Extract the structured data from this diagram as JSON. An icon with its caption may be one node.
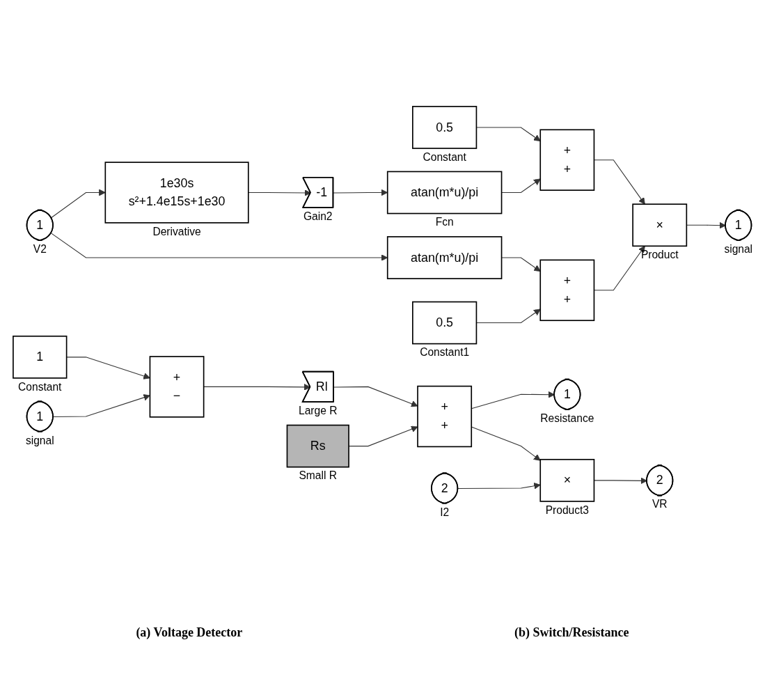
{
  "diagram": {
    "nodes": [
      {
        "text": [
          "1"
        ],
        "beside": [
          "V2"
        ]
      },
      {
        "text": [
          "1e30s",
          "s²+1.4e15s+1e30"
        ],
        "beside": [
          "Derivative"
        ]
      },
      {
        "text": [
          "-1"
        ],
        "beside": [
          "Gain2"
        ]
      },
      {
        "text": [
          "0.5"
        ],
        "beside": [
          "Constant"
        ]
      },
      {
        "text": [
          "atan(m*u)/pi"
        ],
        "beside": [
          "Fcn"
        ]
      },
      {
        "text": [
          "+",
          "+"
        ]
      },
      {
        "text": [
          "atan(m*u)/pi"
        ]
      },
      {
        "text": [
          "0.5"
        ],
        "beside": [
          "Constant1"
        ]
      },
      {
        "text": [
          "+",
          "+"
        ]
      },
      {
        "text": [
          "×"
        ],
        "beside": [
          "Product"
        ]
      },
      {
        "text": [
          "1"
        ],
        "beside": [
          "signal"
        ]
      },
      {
        "text": [
          "1"
        ],
        "beside": [
          "Constant"
        ]
      },
      {
        "text": [
          "1"
        ],
        "beside": [
          "signal"
        ]
      },
      {
        "text": [
          "+",
          "−"
        ]
      },
      {
        "text": [
          "Rl"
        ],
        "beside": [
          "Large R"
        ]
      },
      {
        "text": [
          "Rs"
        ],
        "beside": [
          "Small R"
        ]
      },
      {
        "text": [
          "+",
          "+"
        ]
      },
      {
        "text": [
          "1"
        ],
        "beside": [
          "Resistance"
        ]
      },
      {
        "text": [
          "2"
        ],
        "beside": [
          "I2"
        ]
      },
      {
        "text": [
          "×"
        ],
        "beside": [
          "Product3"
        ]
      },
      {
        "text": [
          "2"
        ],
        "beside": [
          "VR"
        ]
      }
    ],
    "edges": [
      {
        "from": 0,
        "to": 1,
        "arrow": "to"
      },
      {
        "from": 0,
        "to": 6,
        "arrow": "to"
      },
      {
        "from": 1,
        "to": 2,
        "arrow": "to"
      },
      {
        "from": 2,
        "to": 4,
        "arrow": "to"
      },
      {
        "from": 3,
        "to": 5,
        "arrow": "to"
      },
      {
        "from": 4,
        "to": 5,
        "arrow": "to"
      },
      {
        "from": 6,
        "to": 8,
        "arrow": "to"
      },
      {
        "from": 7,
        "to": 8,
        "arrow": "to"
      },
      {
        "from": 5,
        "to": 9,
        "arrow": "to"
      },
      {
        "from": 8,
        "to": 9,
        "arrow": "to"
      },
      {
        "from": 9,
        "to": 10,
        "arrow": "to"
      },
      {
        "from": 11,
        "to": 13,
        "arrow": "to"
      },
      {
        "from": 12,
        "to": 13,
        "arrow": "to"
      },
      {
        "from": 13,
        "to": 14,
        "arrow": "to"
      },
      {
        "from": 14,
        "to": 16,
        "arrow": "to"
      },
      {
        "from": 15,
        "to": 16,
        "arrow": "to"
      },
      {
        "from": 16,
        "to": 17,
        "arrow": "to"
      },
      {
        "from": 16,
        "to": 19,
        "arrow": "to"
      },
      {
        "from": 18,
        "to": 19,
        "arrow": "to"
      },
      {
        "from": 19,
        "to": 20,
        "arrow": "to"
      }
    ],
    "labels": [
      "(a) Voltage Detector",
      "(b) Switch/Resistance"
    ]
  }
}
